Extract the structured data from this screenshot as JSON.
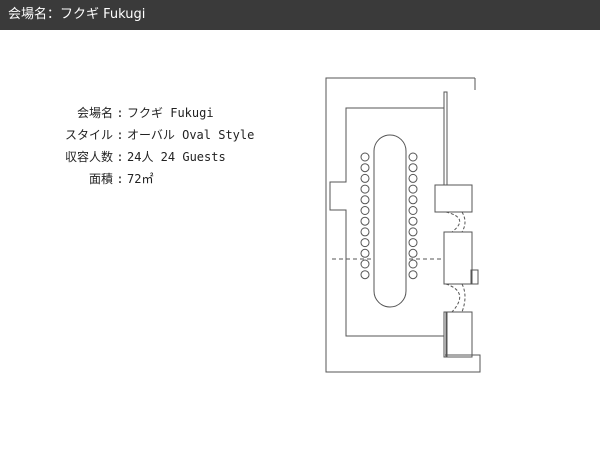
{
  "header": {
    "title": "会場名：フクギ Fukugi"
  },
  "info": {
    "separator": ":",
    "rows": [
      {
        "key": "会場名",
        "value": "フクギ Fukugi"
      },
      {
        "key": "スタイル",
        "value": "オーバル Oval Style"
      },
      {
        "key": "収容人数",
        "value": "24人 24 Guests"
      },
      {
        "key": "面積",
        "value": "72㎡"
      }
    ]
  },
  "layout": {
    "table_shape": "oval",
    "seats_per_side": 12,
    "seat_count": 24
  }
}
